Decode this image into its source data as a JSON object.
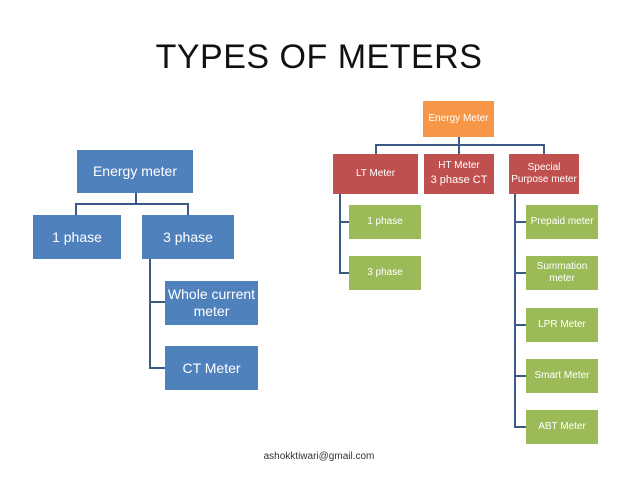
{
  "title": "TYPES OF METERS",
  "left_tree": {
    "root": "Energy meter",
    "one_phase": "1 phase",
    "three_phase": "3 phase",
    "whole_current": "Whole current meter",
    "ct_meter": "CT Meter"
  },
  "right_tree": {
    "root": "Energy Meter",
    "lt_meter": "LT Meter",
    "ht_meter": "HT Meter",
    "ht_sub": "3 phase CT",
    "special": "Special Purpose meter",
    "lt_children": [
      "1 phase",
      "3 phase"
    ],
    "special_children": [
      "Prepaid meter",
      "Summation meter",
      "LPR Meter",
      "Smart Meter",
      "ABT Meter"
    ]
  },
  "footer": "ashokktiwari@gmail.com",
  "colors": {
    "blue": "#4f81bd",
    "red": "#c0504d",
    "green": "#9bbb59",
    "orange": "#f79646",
    "connector": "#3b5a86"
  }
}
